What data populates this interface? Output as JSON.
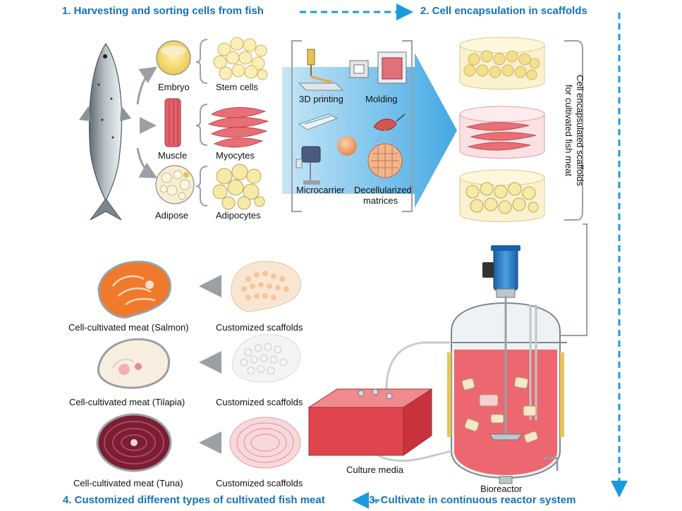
{
  "steps": {
    "s1": "1. Harvesting and sorting cells from fish",
    "s2": "2. Cell encapsulation in scaffolds",
    "s3": "3. Cultivate in continuous reactor system",
    "s4": "4. Customized different types of cultivated fish meat"
  },
  "sources": {
    "embryo": "Embryo",
    "muscle": "Muscle",
    "adipose": "Adipose"
  },
  "cells": {
    "stem": "Stem cells",
    "myo": "Myocytes",
    "adipo": "Adipocytes"
  },
  "methods": {
    "printing": "3D printing",
    "molding": "Molding",
    "microcarrier": "Microcarrier",
    "decell_1": "Decellularized",
    "decell_2": "matrices"
  },
  "encapsulated": {
    "line1": "Cell encapsulated scaffolds",
    "line2": "for cultivated fish meat"
  },
  "reactor": {
    "media": "Culture media",
    "bioreactor": "Bioreactor"
  },
  "products": [
    {
      "meat": "Cell-cultivated meat (Salmon)",
      "scaffold": "Customized scaffolds"
    },
    {
      "meat": "Cell-cultivated meat (Tilapia)",
      "scaffold": "Customized scaffolds"
    },
    {
      "meat": "Cell-cultivated meat (Tuna)",
      "scaffold": "Customized scaffolds"
    }
  ],
  "colors": {
    "step_text": "#1573b8",
    "dashed_arrow": "#1a9be0",
    "salmon": "#f07a2c",
    "tuna": "#7b1e33",
    "medium": "#e8535a"
  }
}
